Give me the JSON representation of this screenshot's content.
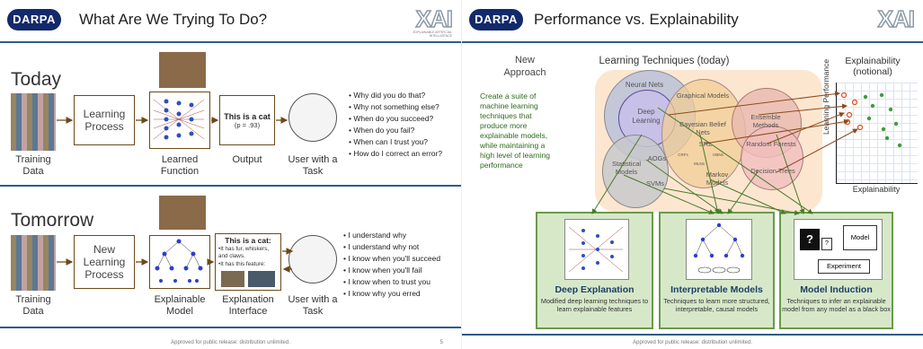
{
  "slide1": {
    "logo": "DARPA",
    "title": "What Are We Trying To Do?",
    "xai_logo": "XAI",
    "xai_sub": "EXPLAINABLE ARTIFICIAL INTELLIGENCE",
    "today": {
      "heading": "Today",
      "training_data": "Training Data",
      "process": "Learning Process",
      "function": "Learned Function",
      "output_title": "This is a cat",
      "output_prob": "(p = .93)",
      "output_caption": "Output",
      "user": "User with a Task",
      "questions": [
        "Why did you do that?",
        "Why not something else?",
        "When do you succeed?",
        "When do you fail?",
        "When can I trust you?",
        "How do I correct an error?"
      ]
    },
    "tomorrow": {
      "heading": "Tomorrow",
      "training_data": "Training Data",
      "process": "New Learning Process",
      "model": "Explainable Model",
      "interface_title": "This is a cat:",
      "interface_lines": [
        "•It has fur, whiskers, and claws.",
        "•It has this feature:"
      ],
      "interface_caption": "Explanation Interface",
      "user": "User with a Task",
      "answers": [
        "I understand why",
        "I understand why not",
        "I know when you'll succeed",
        "I know when you'll fail",
        "I know when to trust you",
        "I know why you erred"
      ]
    },
    "footer": "Approved for public release: distribution unlimited.",
    "page": "5"
  },
  "slide2": {
    "logo": "DARPA",
    "title": "Performance vs. Explainability",
    "xai_logo": "XAI",
    "new_approach": "New Approach",
    "approach_text": "Create a suite of machine learning techniques that produce more explainable models, while maintaining a high level of learning performance",
    "techniques_heading": "Learning Techniques (today)",
    "explainability_heading": "Explainability (notional)",
    "techniques": {
      "neural_nets": "Neural Nets",
      "deep_learning": "Deep Learning",
      "graphical_models": "Graphical Models",
      "bayesian_belief_nets": "Bayesian Belief Nets",
      "srl": "SRL",
      "crfs": "CRFs",
      "hbns": "HBNs",
      "mlns": "MLNs",
      "ensemble_methods": "Ensemble Methods",
      "random_forests": "Random Forests",
      "aogs": "AOGs",
      "statistical_models": "Statistical Models",
      "svms": "SVMs",
      "markov_models": "Markov Models",
      "decision_trees": "Decision Trees"
    },
    "plot": {
      "ylabel": "Learning Performance",
      "xlabel": "Explainability"
    },
    "boxes": [
      {
        "title": "Deep Explanation",
        "desc": "Modified deep learning techniques to learn explainable features"
      },
      {
        "title": "Interpretable Models",
        "desc": "Techniques to learn more structured, interpretable, causal models"
      },
      {
        "title": "Model Induction",
        "desc": "Techniques to infer an explainable model from any model as a black box"
      }
    ],
    "model_label": "Model",
    "experiment_label": "Experiment",
    "footer": "Approved for public release: distribution unlimited."
  }
}
